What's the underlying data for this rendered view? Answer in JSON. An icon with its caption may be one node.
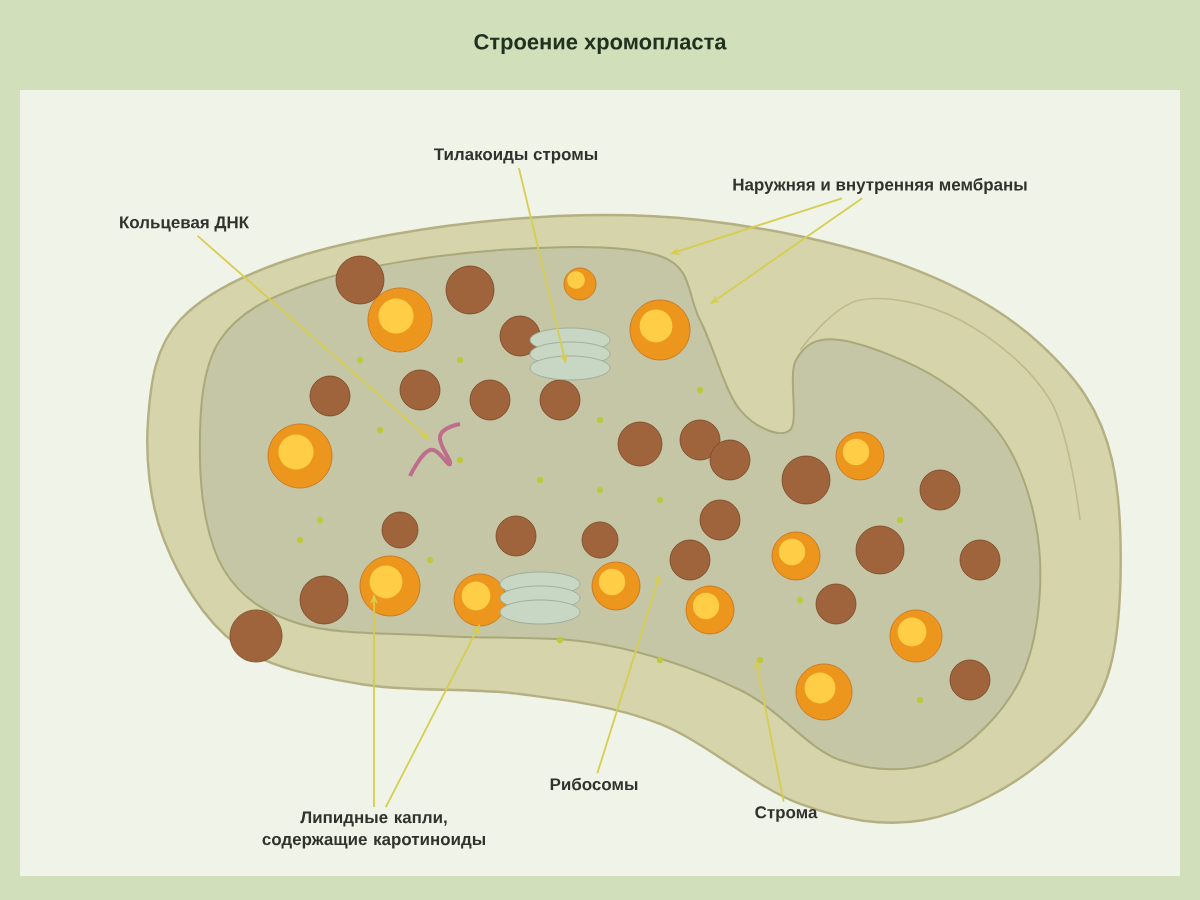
{
  "diagram": {
    "title": "Строение хромопласта",
    "nodes": [
      {
        "text": [
          "Тилакоиды стромы"
        ]
      },
      {
        "text": [
          "Наружняя и внутренняя мембраны"
        ]
      },
      {
        "text": [
          "Кольцевая ДНК"
        ]
      },
      {
        "text": [
          "Рибосомы"
        ]
      },
      {
        "text": [
          "Строма"
        ]
      },
      {
        "text": [
          "Липидные капли, содержащие каротиноиды"
        ]
      }
    ],
    "edges": [
      {
        "from": 0,
        "to": null,
        "arrow": "to"
      },
      {
        "from": 1,
        "to": null,
        "arrow": "to"
      },
      {
        "from": 1,
        "to": null,
        "arrow": "to"
      },
      {
        "from": 2,
        "to": null,
        "arrow": "to"
      },
      {
        "from": 3,
        "to": null,
        "arrow": "to"
      },
      {
        "from": 4,
        "to": null,
        "arrow": "to"
      },
      {
        "from": 5,
        "to": null,
        "arrow": "to"
      },
      {
        "from": 5,
        "to": null,
        "arrow": "to"
      }
    ]
  }
}
